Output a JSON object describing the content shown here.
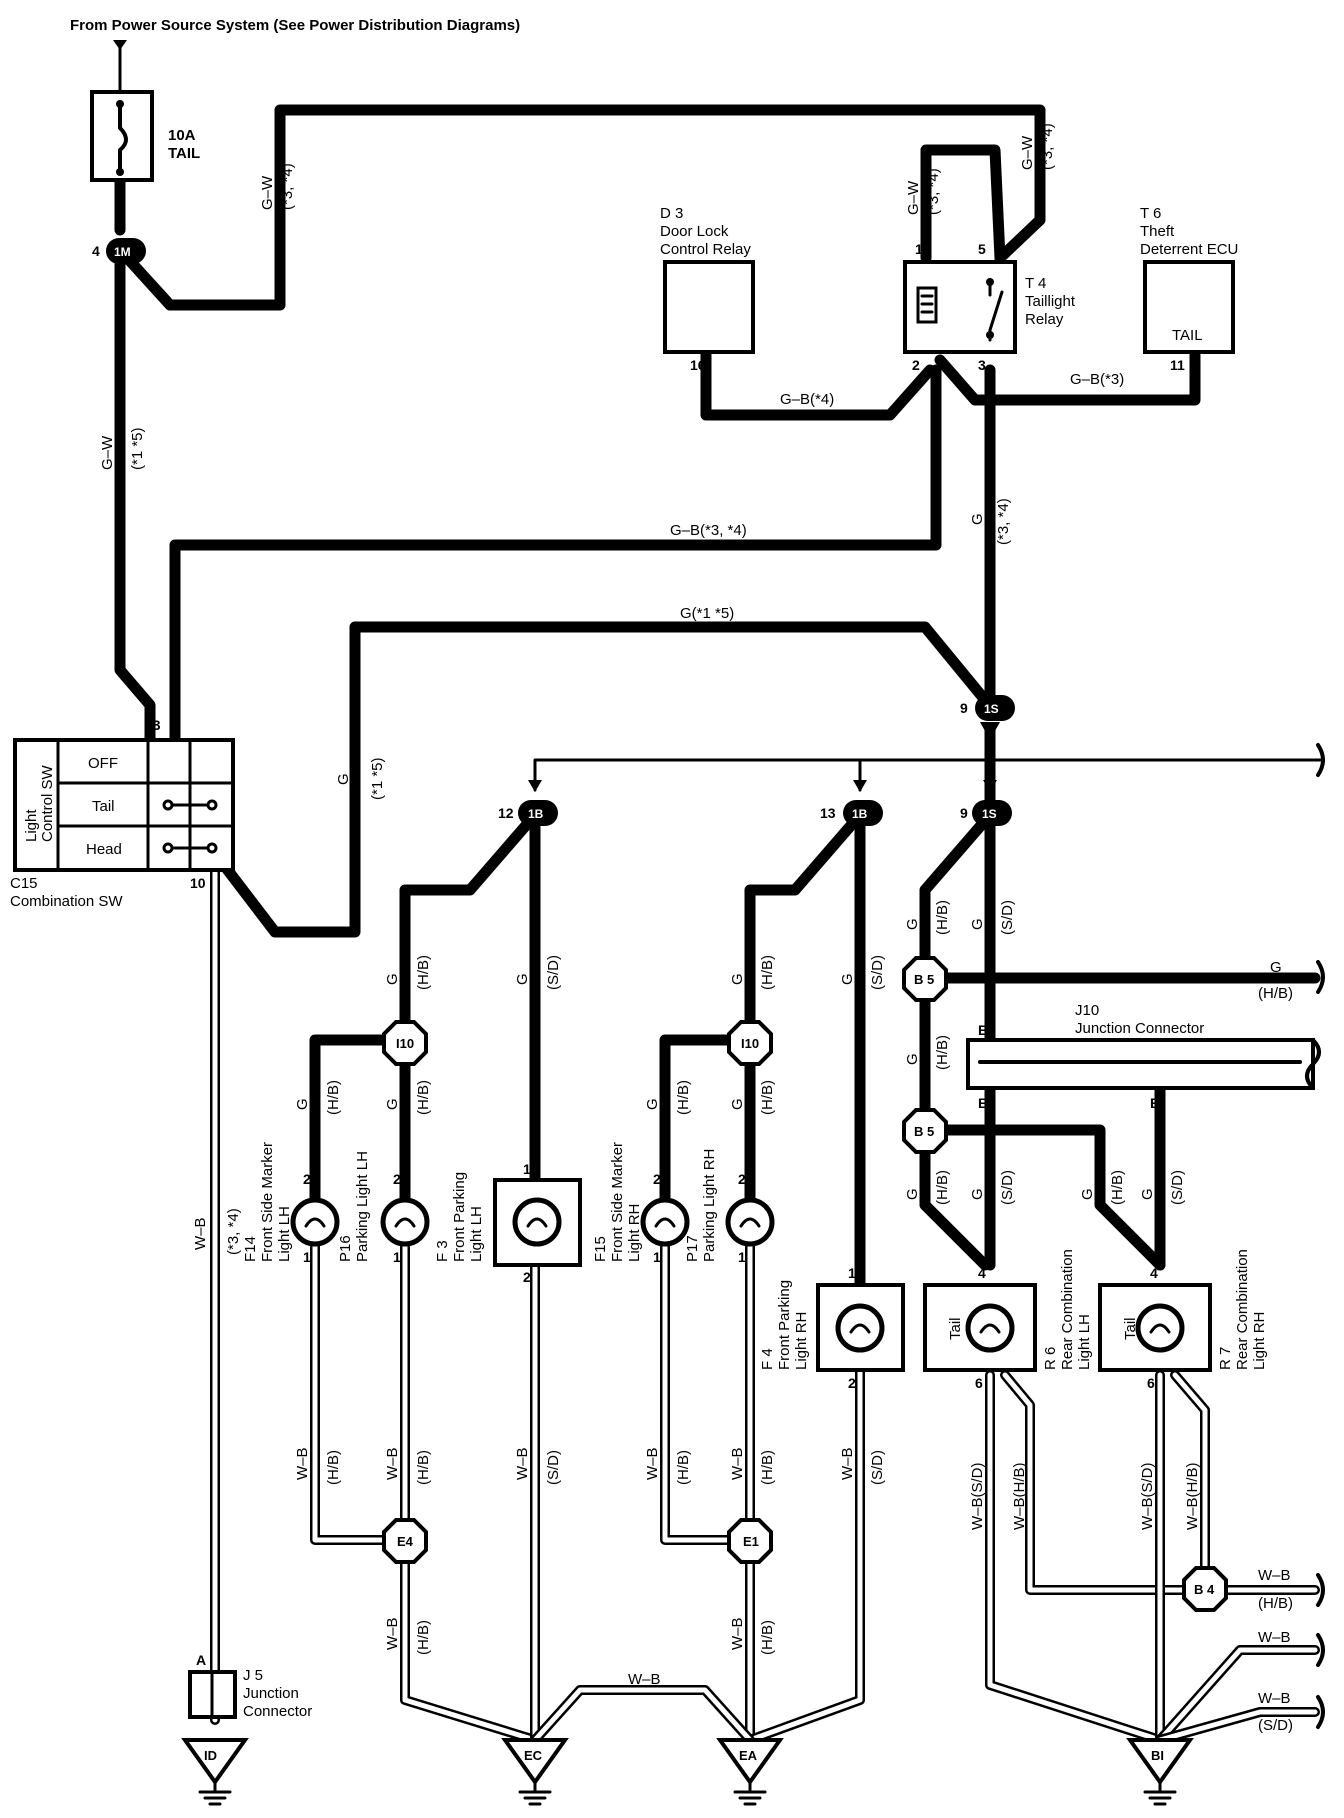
{
  "header": {
    "title": "From Power Source System (See Power Distribution Diagrams)"
  },
  "fuse": {
    "rating": "10A",
    "name": "TAIL"
  },
  "connectors": {
    "c1m": "1M",
    "c1b_left": "1B",
    "c1b_mid": "1B",
    "c1s": "1S",
    "c1s_top": "1S"
  },
  "pins": {
    "p4": "4",
    "p13": "13",
    "p10": "10",
    "p1": "1",
    "p5": "5",
    "p2": "2",
    "p3": "3",
    "p16": "16",
    "p11": "11",
    "p9a": "9",
    "p9b": "9",
    "p12": "12",
    "p13b": "13",
    "f14_2": "2",
    "f14_1": "1",
    "p16_2": "2",
    "p16_1": "1",
    "f3_1": "1",
    "f3_2": "2",
    "f15_2": "2",
    "f15_1": "1",
    "p17_2": "2",
    "p17_1": "1",
    "f4_1": "1",
    "f4_2": "2",
    "r6_4": "4",
    "r6_6": "6",
    "r7_4": "4",
    "r7_6": "6",
    "j5_a": "A",
    "j10_b1": "B",
    "j10_b2": "B",
    "j10_b3": "B"
  },
  "components": {
    "d3": {
      "id": "D 3",
      "line1": "Door Lock",
      "line2": "Control Relay"
    },
    "t4": {
      "id": "T 4",
      "line1": "Taillight",
      "line2": "Relay"
    },
    "t6": {
      "id": "T 6",
      "line1": "Theft",
      "line2": "Deterrent ECU",
      "terminal": "TAIL"
    },
    "c15": {
      "id": "C15",
      "name": "Combination SW",
      "title1": "Light",
      "title2": "Control SW",
      "rows": [
        "OFF",
        "Tail",
        "Head"
      ]
    },
    "f14": {
      "id": "F14",
      "line1": "Front Side Marker",
      "line2": "Light LH"
    },
    "p16": {
      "id": "P16",
      "line1": "Parking Light LH"
    },
    "f3": {
      "id": "F 3",
      "line1": "Front Parking",
      "line2": "Light LH"
    },
    "f15": {
      "id": "F15",
      "line1": "Front Side Marker",
      "line2": "Light RH"
    },
    "p17": {
      "id": "P17",
      "line1": "Parking Light RH"
    },
    "f4": {
      "id": "F 4",
      "line1": "Front Parking",
      "line2": "Light RH"
    },
    "r6": {
      "id": "R 6",
      "line1": "Rear Combination",
      "line2": "Light LH",
      "lamp": "Tail"
    },
    "r7": {
      "id": "R 7",
      "line1": "Rear Combination",
      "line2": "Light RH",
      "lamp": "Tail"
    },
    "j10": {
      "id": "J10",
      "name": "Junction Connector"
    },
    "j5": {
      "id": "J 5",
      "line1": "Junction",
      "line2": "Connector"
    }
  },
  "splices": {
    "i10a": "I10",
    "i10b": "I10",
    "b5a": "B 5",
    "b5b": "B 5",
    "e4": "E4",
    "e1": "E1",
    "b4": "B 4"
  },
  "grounds": {
    "id": "ID",
    "ec": "EC",
    "ea": "EA",
    "bi": "BI"
  },
  "wires": {
    "gw_top": "G–W",
    "gw_top_note": "(*3, *4)",
    "gw_relay": "G–W",
    "gw_relay_note": "(*3, *4)",
    "gw_right": "G–W",
    "gw_right_note": "(*3, *4)",
    "gw_left": "G–W",
    "gw_left_note": "(*1 *5)",
    "gb4": "G–B(*4)",
    "gb3": "G–B(*3)",
    "gb34": "G–B(*3, *4)",
    "g15": "G(*1 *5)",
    "g_right": "G",
    "g_right_note": "(*3, *4)",
    "g_sw": "G",
    "g_sw_note": "(*1 *5)",
    "wb_sw": "W–B",
    "wb_sw_note": "(*3, *4)",
    "g": "G",
    "hb": "(H/B)",
    "sd": "(S/D)",
    "wb": "W–B",
    "wb_sd": "W–B(S/D)",
    "wb_hb": "W–B(H/B)"
  }
}
